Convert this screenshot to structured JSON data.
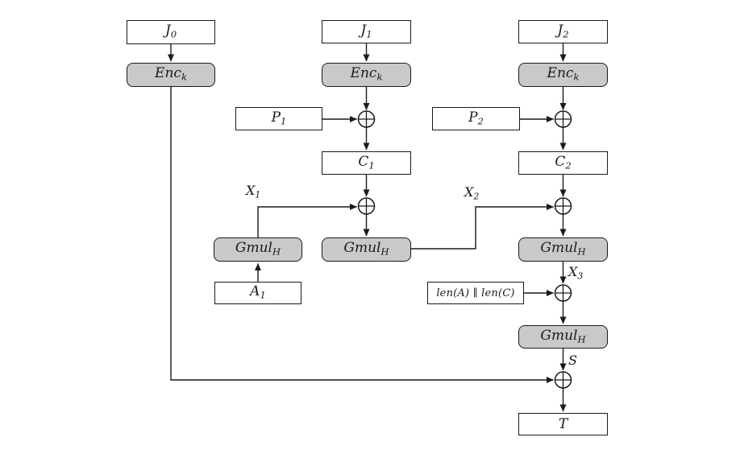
{
  "diagram": {
    "colors": {
      "line": "#1a1a1a",
      "text": "#1a1a1a",
      "box_fill_white": "#ffffff",
      "box_fill_gray": "#c9c9c9",
      "background": "#ffffff"
    },
    "xor_symbol": "⊕",
    "nodes": {
      "j0": {
        "main": "J",
        "sub": "0"
      },
      "j1": {
        "main": "J",
        "sub": "1"
      },
      "j2": {
        "main": "J",
        "sub": "2"
      },
      "enc0": {
        "main": "Enc",
        "sub": "k"
      },
      "enc1": {
        "main": "Enc",
        "sub": "k"
      },
      "enc2": {
        "main": "Enc",
        "sub": "k"
      },
      "p1": {
        "main": "P",
        "sub": "1"
      },
      "p2": {
        "main": "P",
        "sub": "2"
      },
      "c1": {
        "main": "C",
        "sub": "1"
      },
      "c2": {
        "main": "C",
        "sub": "2"
      },
      "gmul_left": {
        "main": "Gmul",
        "sub": "H"
      },
      "gmul_mid": {
        "main": "Gmul",
        "sub": "H"
      },
      "gmul_right": {
        "main": "Gmul",
        "sub": "H"
      },
      "gmul_final": {
        "main": "Gmul",
        "sub": "H"
      },
      "a1": {
        "main": "A",
        "sub": "1"
      },
      "len": {
        "text": "len(A) ∥ len(C)"
      },
      "t": {
        "main": "T"
      }
    },
    "edge_labels": {
      "x1": {
        "main": "X",
        "sub": "1"
      },
      "x2": {
        "main": "X",
        "sub": "2"
      },
      "x3": {
        "main": "X",
        "sub": "3"
      },
      "s": {
        "main": "S"
      }
    }
  }
}
